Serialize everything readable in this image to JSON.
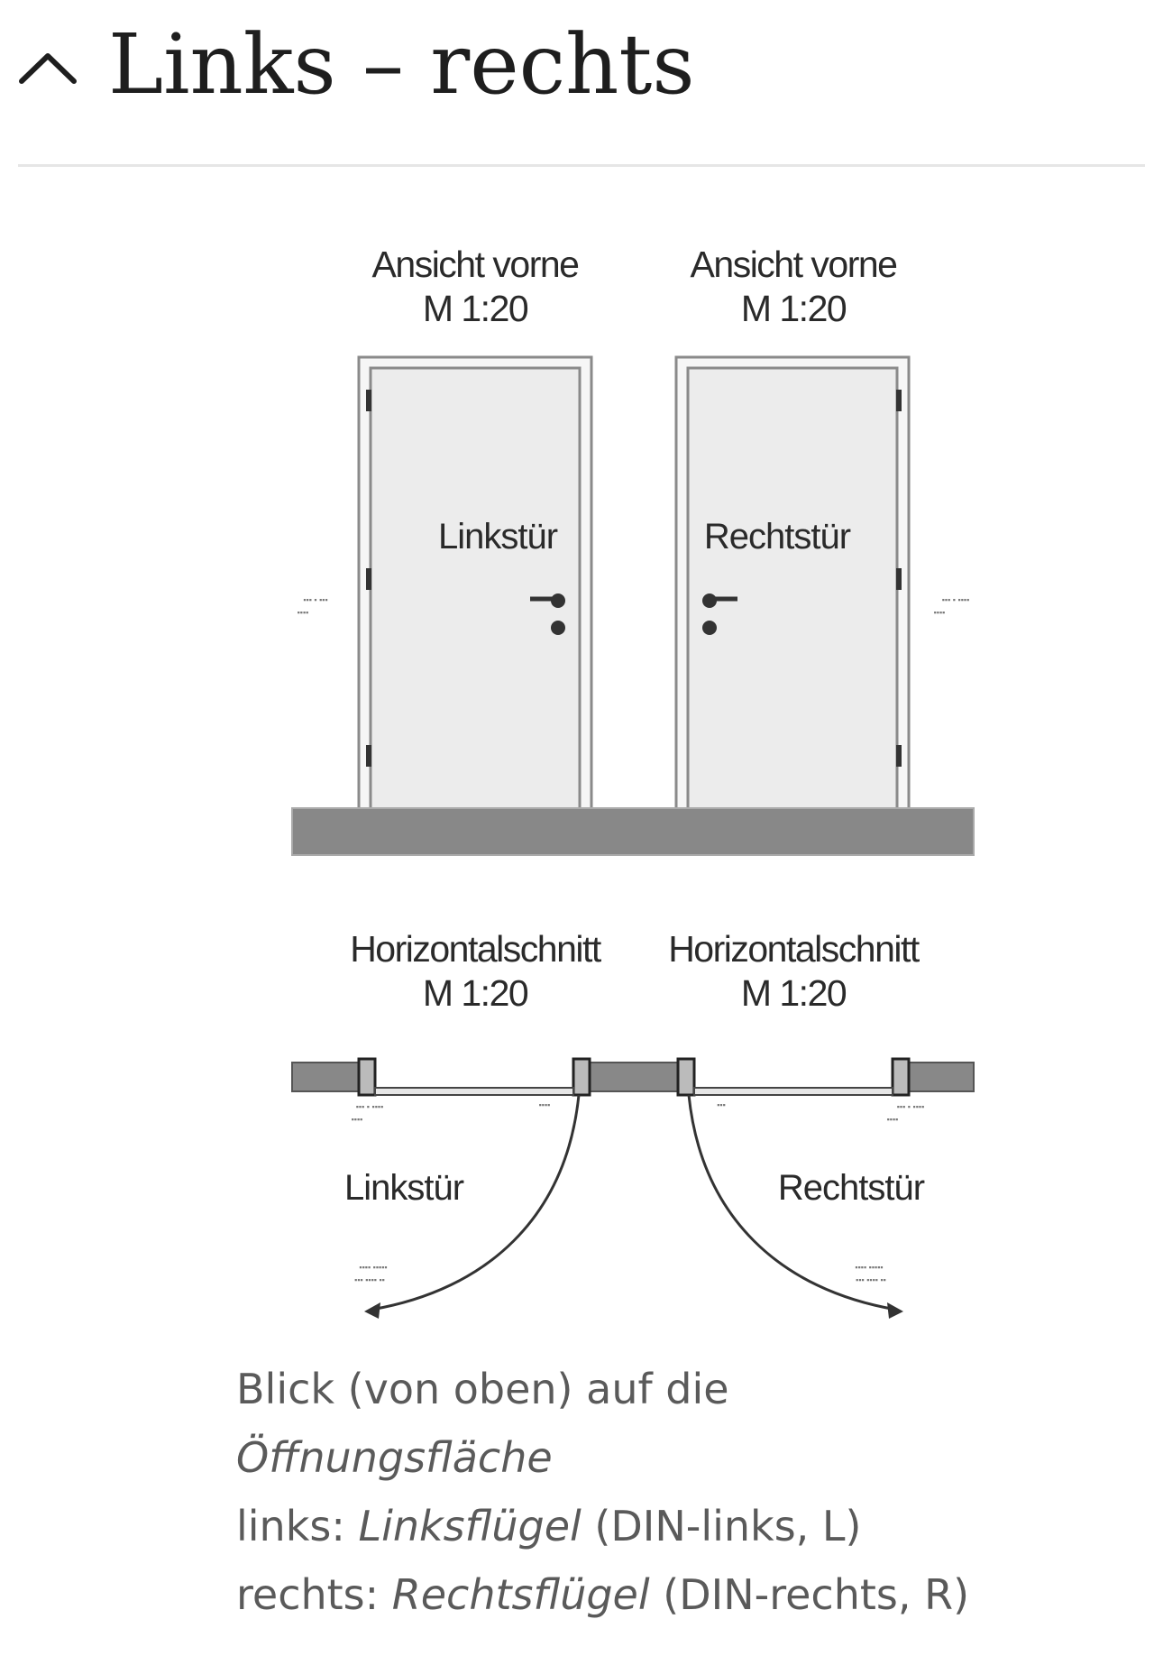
{
  "header": {
    "title": "Links – rechts",
    "toggle_icon": "chevron-up-icon"
  },
  "figure": {
    "front_view_left": {
      "line1": "Ansicht vorne",
      "line2": "M 1:20",
      "door": "Linkstür"
    },
    "front_view_right": {
      "line1": "Ansicht vorne",
      "line2": "M 1:20",
      "door": "Rechtstür"
    },
    "section_left": {
      "line1": "Horizontalschnitt",
      "line2": "M 1:20",
      "door": "Linkstür"
    },
    "section_right": {
      "line1": "Horizontalschnitt",
      "line2": "M 1:20",
      "door": "Rechtstür"
    }
  },
  "caption": {
    "line1": "Blick (von oben) auf die",
    "line2_italic": "Öffnungsfläche",
    "line3_prefix": "links: ",
    "line3_italic": "Linksflügel",
    "line3_suffix": " (DIN-links, L)",
    "line4_prefix": "rechts: ",
    "line4_italic": "Rechtsflügel",
    "line4_suffix": " (DIN-rechts, R)"
  }
}
